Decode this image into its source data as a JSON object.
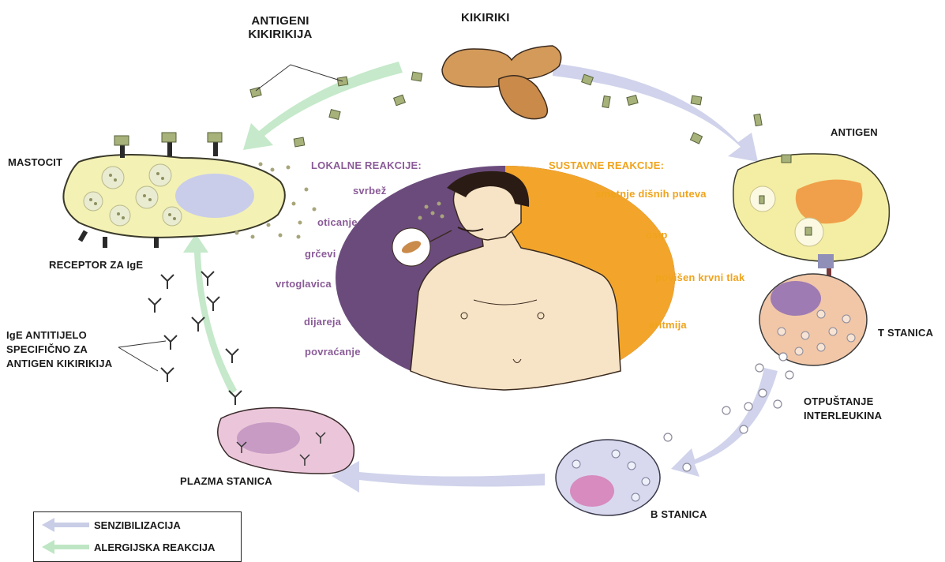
{
  "labels": {
    "antigeni_kikirikija": [
      "ANTIGENI",
      "KIKIRIKIJA"
    ],
    "kikiriki": "KIKIRIKI",
    "mastocit": "MASTOCIT",
    "receptor": "RECEPTOR ZA IgE",
    "ige_antitijelo": [
      "IgE ANTITIJELO",
      "SPECIFIČNO ZA",
      "ANTIGEN KIKIRIKIJA"
    ],
    "plazma_stanica": "PLAZMA STANICA",
    "b_stanica": "B STANICA",
    "antigen": "ANTIGEN",
    "t_stanica": "T STANICA",
    "otpustanje": [
      "OTPUŠTANJE",
      "INTERLEUKINA"
    ]
  },
  "lokalne": {
    "title": "LOKALNE REAKCIJE:",
    "items": [
      "svrbež",
      "oticanje",
      "grčevi",
      "vrtoglavica",
      "dijareja",
      "povraćanje"
    ]
  },
  "sustavne": {
    "title": "SUSTAVNE REAKCIJE:",
    "items": [
      "smetnje dišnih puteva",
      "osip",
      "povišen krvni tlak",
      "aritmija"
    ]
  },
  "legend": [
    {
      "label": "SENZIBILIZACIJA",
      "color": "#c9cde6"
    },
    {
      "label": "ALERGIJSKA REAKCIJA",
      "color": "#bfe6c4"
    }
  ],
  "colors": {
    "purple": "#6b4b7c",
    "orange": "#f2a52a",
    "skin": "#f7e3c6",
    "green_arrow": "#c6ebcb",
    "blue_arrow": "#cfd2ea"
  }
}
